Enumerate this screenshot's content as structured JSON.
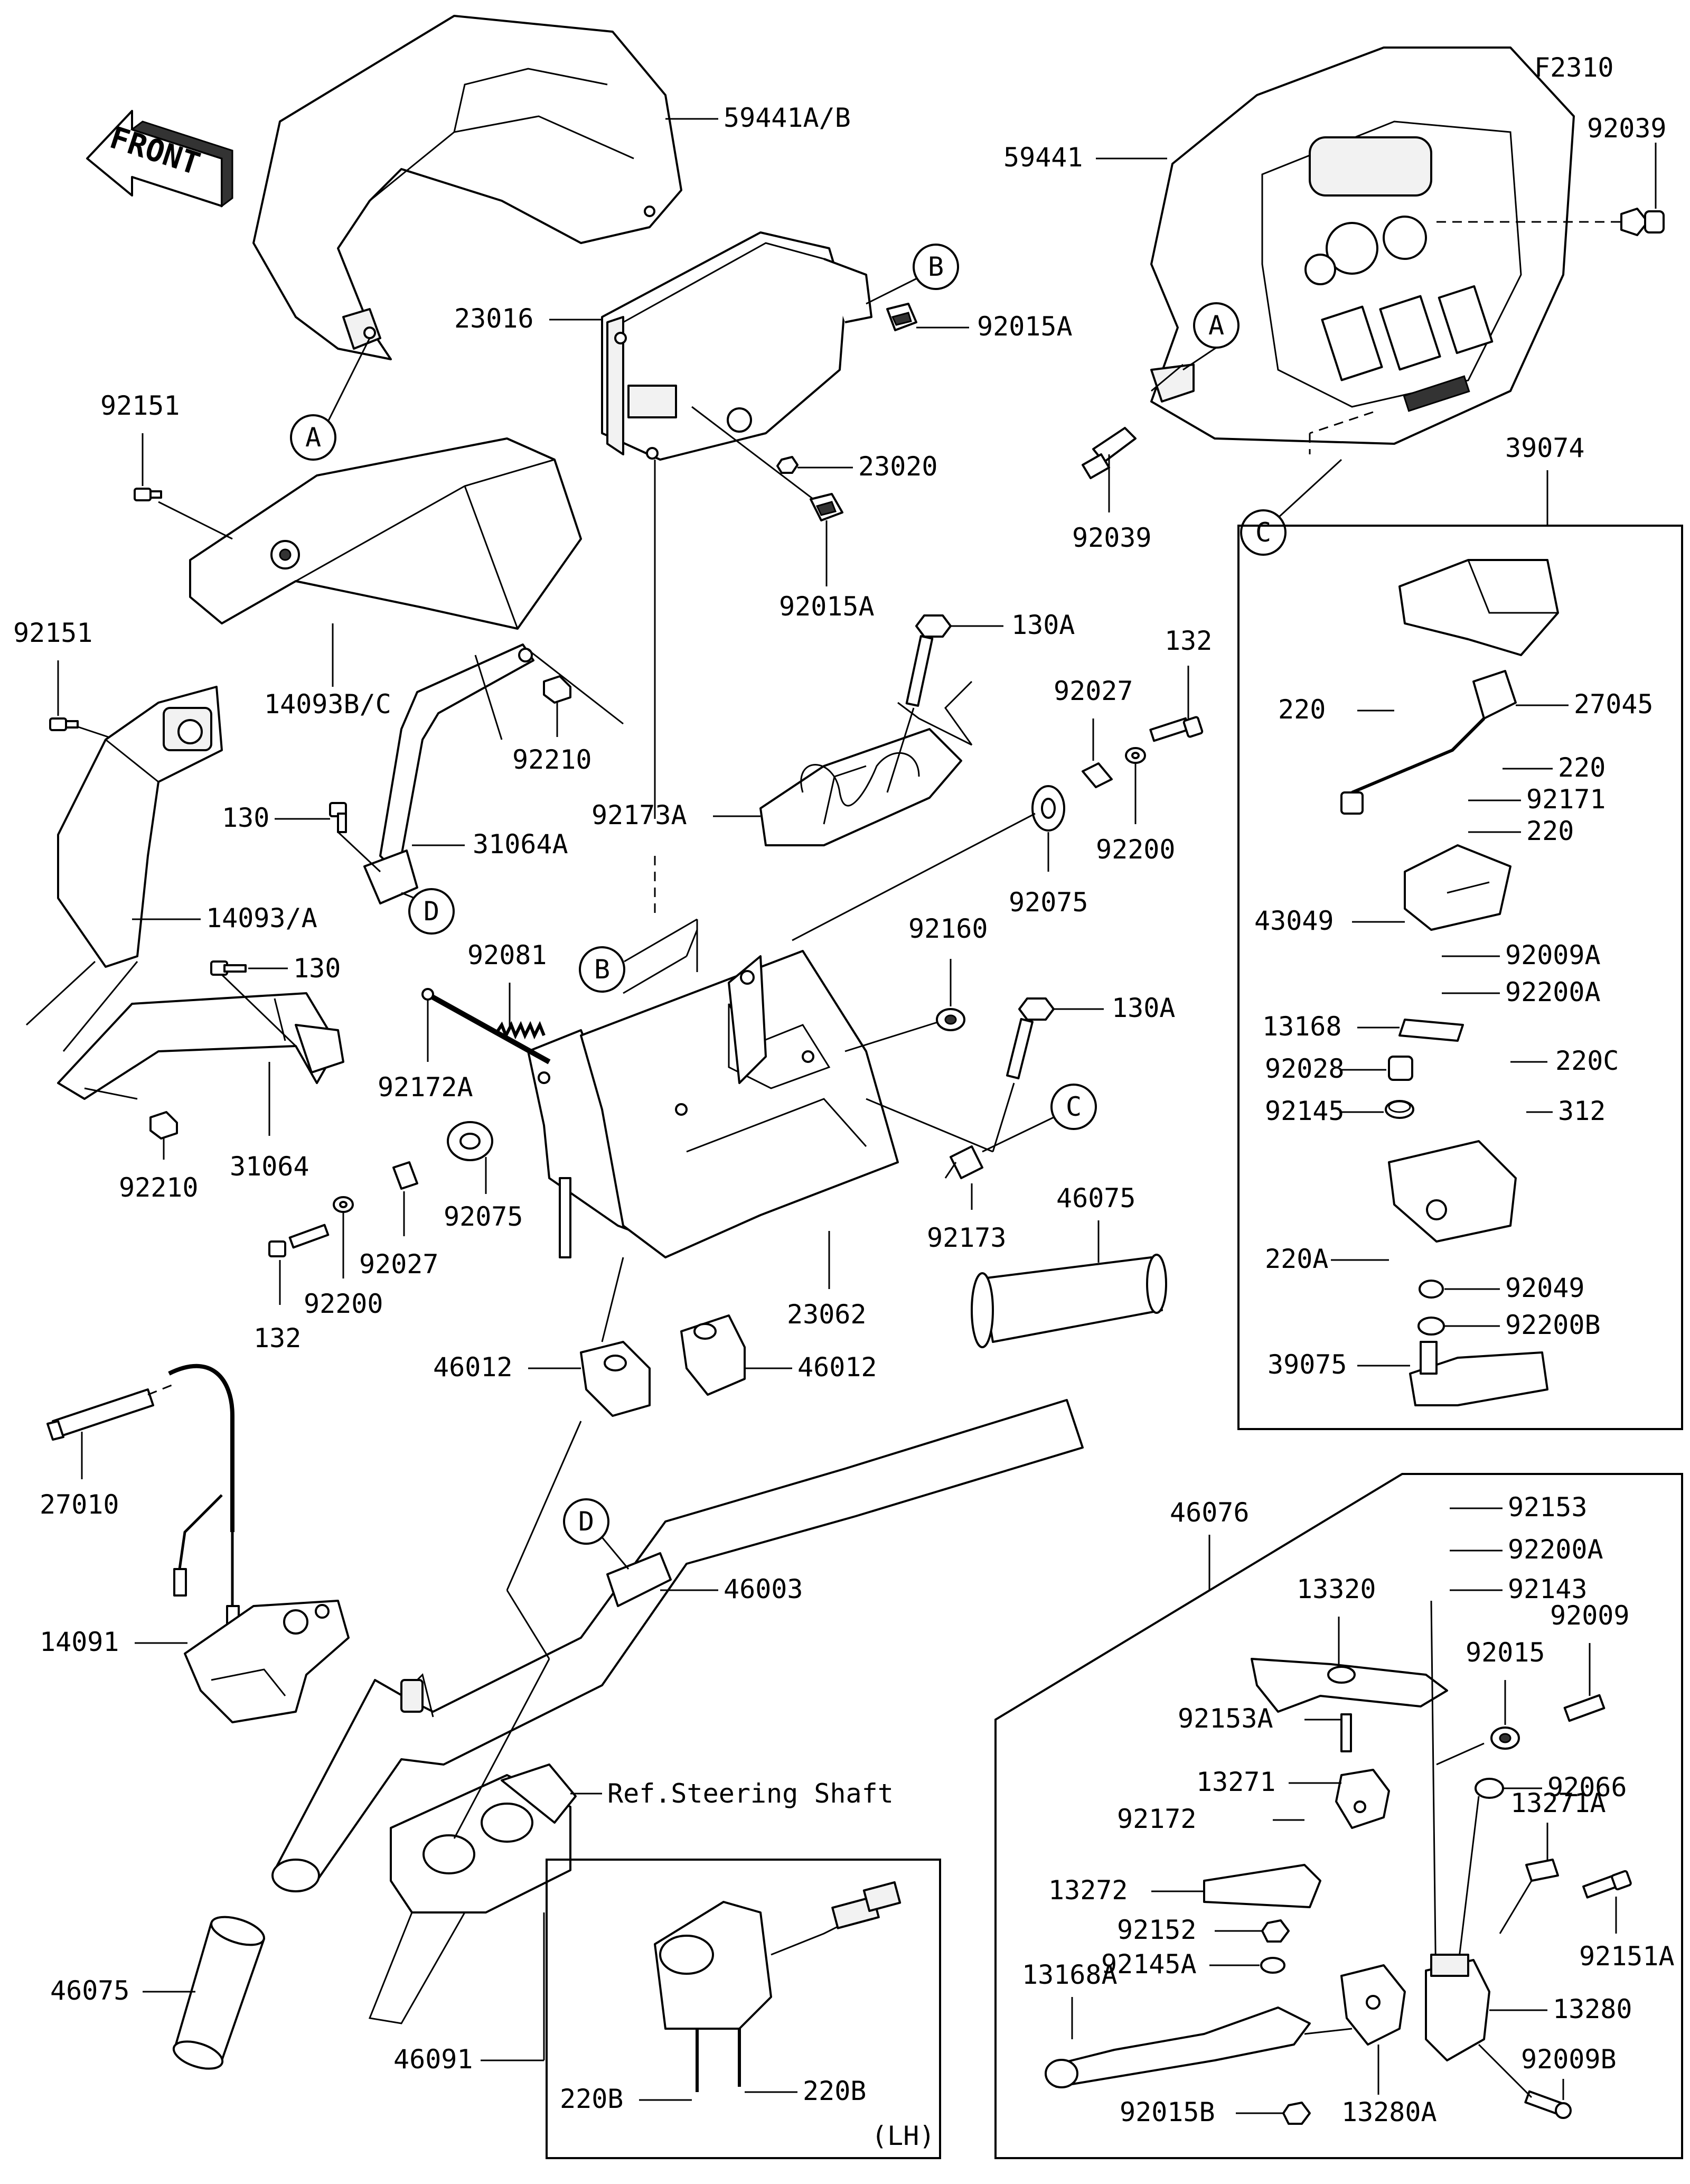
{
  "figure_code": "F2310",
  "front_arrow_label": "FRONT",
  "ref_note": "Ref.Steering Shaft",
  "lh_note": "(LH)",
  "ref_letters": [
    "A",
    "B",
    "C",
    "D"
  ],
  "parts": {
    "p59441ab": "59441A/B",
    "p59441": "59441",
    "p92039a": "92039",
    "p92039b": "92039",
    "p23016": "23016",
    "p92015A_1": "92015A",
    "p92015A_2": "92015A",
    "p23020": "23020",
    "p92151_1": "92151",
    "p92151_2": "92151",
    "p14093bc": "14093B/C",
    "p92210_1": "92210",
    "p92210_2": "92210",
    "p130_1": "130",
    "p130_2": "130",
    "p31064A": "31064A",
    "p31064": "31064",
    "p14093a": "14093/A",
    "p92173A": "92173A",
    "p130A_1": "130A",
    "p130A_2": "130A",
    "p132_1": "132",
    "p132_2": "132",
    "p92027_1": "92027",
    "p92027_2": "92027",
    "p92200_1": "92200",
    "p92200_2": "92200",
    "p92075_1": "92075",
    "p92075_2": "92075",
    "p92160": "92160",
    "p92081": "92081",
    "p92172A": "92172A",
    "p92173": "92173",
    "p23062": "23062",
    "p46075_1": "46075",
    "p46075_2": "46075",
    "p46012_1": "46012",
    "p46012_2": "46012",
    "p27010": "27010",
    "p14091": "14091",
    "p46003": "46003",
    "p46091": "46091",
    "p220B_1": "220B",
    "p220B_2": "220B",
    "p39074": "39074",
    "p220_1": "220",
    "p220_2": "220",
    "p220_3": "220",
    "p27045": "27045",
    "p92171": "92171",
    "p43049": "43049",
    "p92009A": "92009A",
    "p92200A_1": "92200A",
    "p13168": "13168",
    "p92028": "92028",
    "p220C": "220C",
    "p92145": "92145",
    "p312": "312",
    "p220A": "220A",
    "p92049": "92049",
    "p92200B": "92200B",
    "p39075": "39075",
    "p46076": "46076",
    "p92153": "92153",
    "p92200A_2": "92200A",
    "p92143": "92143",
    "p13320": "13320",
    "p92015": "92015",
    "p92009": "92009",
    "p92153A": "92153A",
    "p13271": "13271",
    "p92066": "92066",
    "p92172": "92172",
    "p13271A": "13271A",
    "p13272": "13272",
    "p92152": "92152",
    "p92145A": "92145A",
    "p92151A": "92151A",
    "p13168A": "13168A",
    "p13280": "13280",
    "p92009B": "92009B",
    "p92015B": "92015B",
    "p13280A": "13280A"
  }
}
